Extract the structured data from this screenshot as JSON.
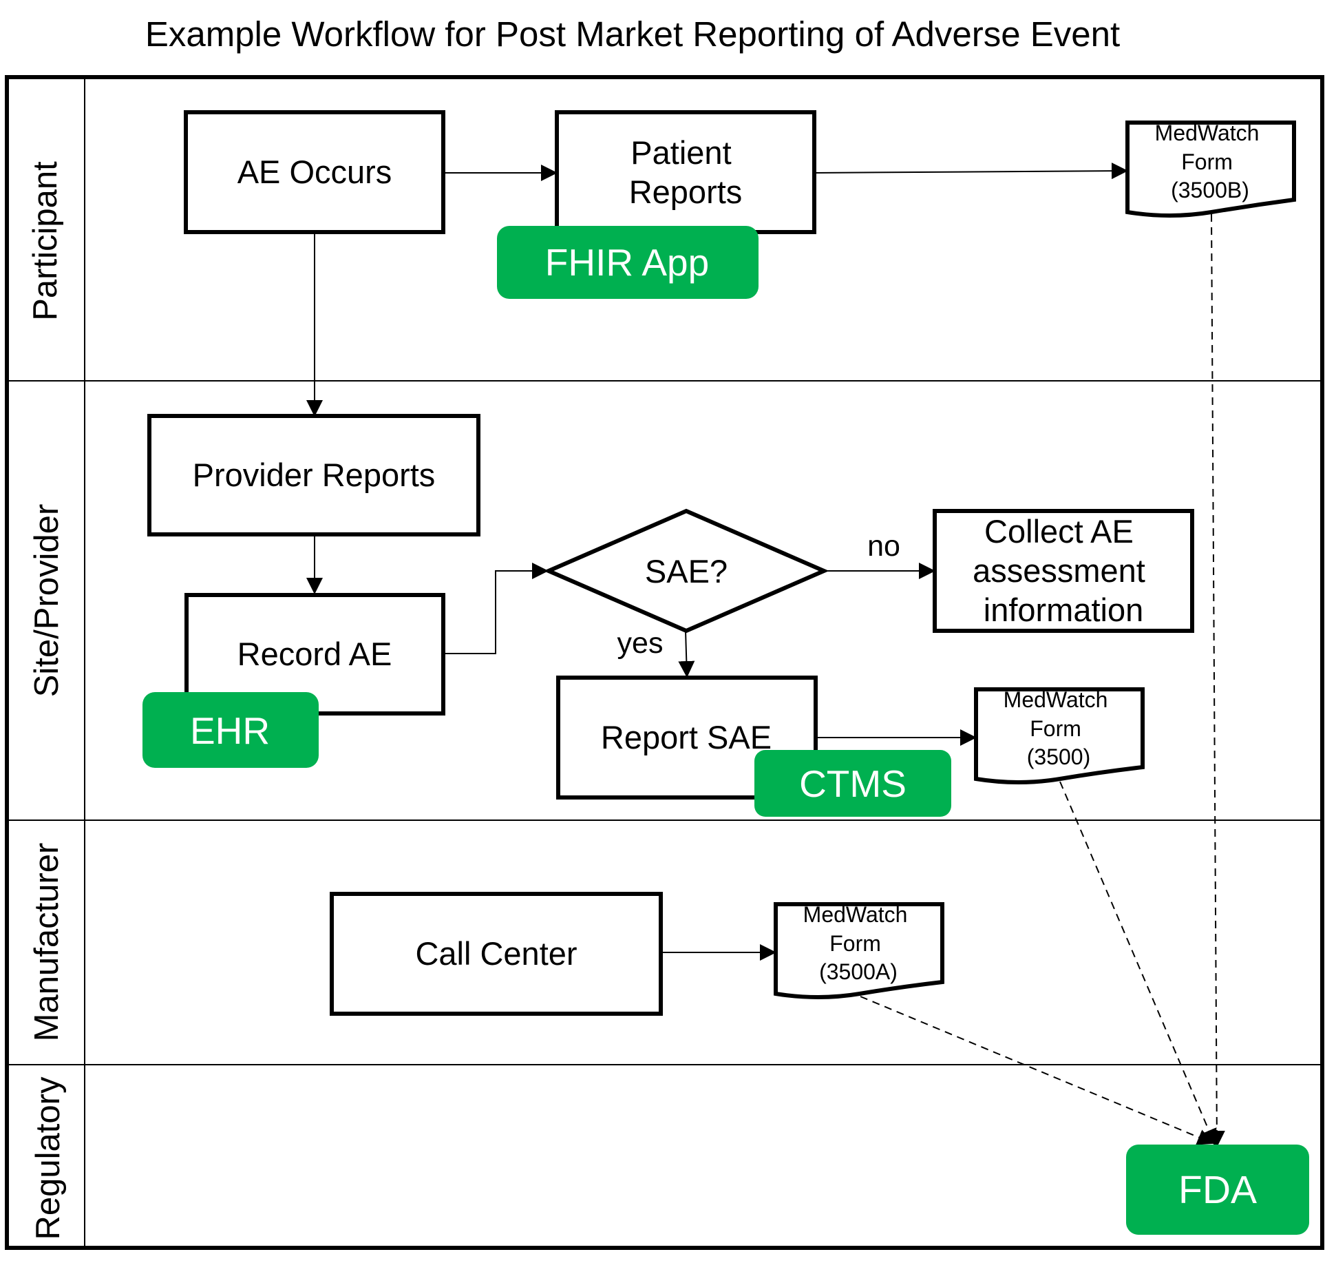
{
  "title": "Example Workflow for Post Market Reporting of Adverse Event",
  "lanes": {
    "participant": "Participant",
    "site_provider": "Site/Provider",
    "manufacturer": "Manufacturer",
    "regulatory": "Regulatory"
  },
  "nodes": {
    "ae_occurs": "AE Occurs",
    "patient_reports": [
      "Patient",
      "Reports"
    ],
    "provider_reports": "Provider Reports",
    "record_ae": "Record AE",
    "sae_decision": "SAE?",
    "collect_ae": [
      "Collect AE",
      "assessment",
      "information"
    ],
    "report_sae": "Report SAE",
    "call_center": "Call Center"
  },
  "forms": {
    "form_3500b": [
      "MedWatch",
      "Form",
      "(3500B)"
    ],
    "form_3500": [
      "MedWatch",
      "Form",
      "(3500)"
    ],
    "form_3500a": [
      "MedWatch",
      "Form",
      "(3500A)"
    ]
  },
  "edge_labels": {
    "no": "no",
    "yes": "yes"
  },
  "tags": {
    "fhir_app": "FHIR App",
    "ehr": "EHR",
    "ctms": "CTMS",
    "fda": "FDA"
  },
  "colors": {
    "tag_green": "#00b050",
    "line": "#000000",
    "background": "#ffffff"
  }
}
